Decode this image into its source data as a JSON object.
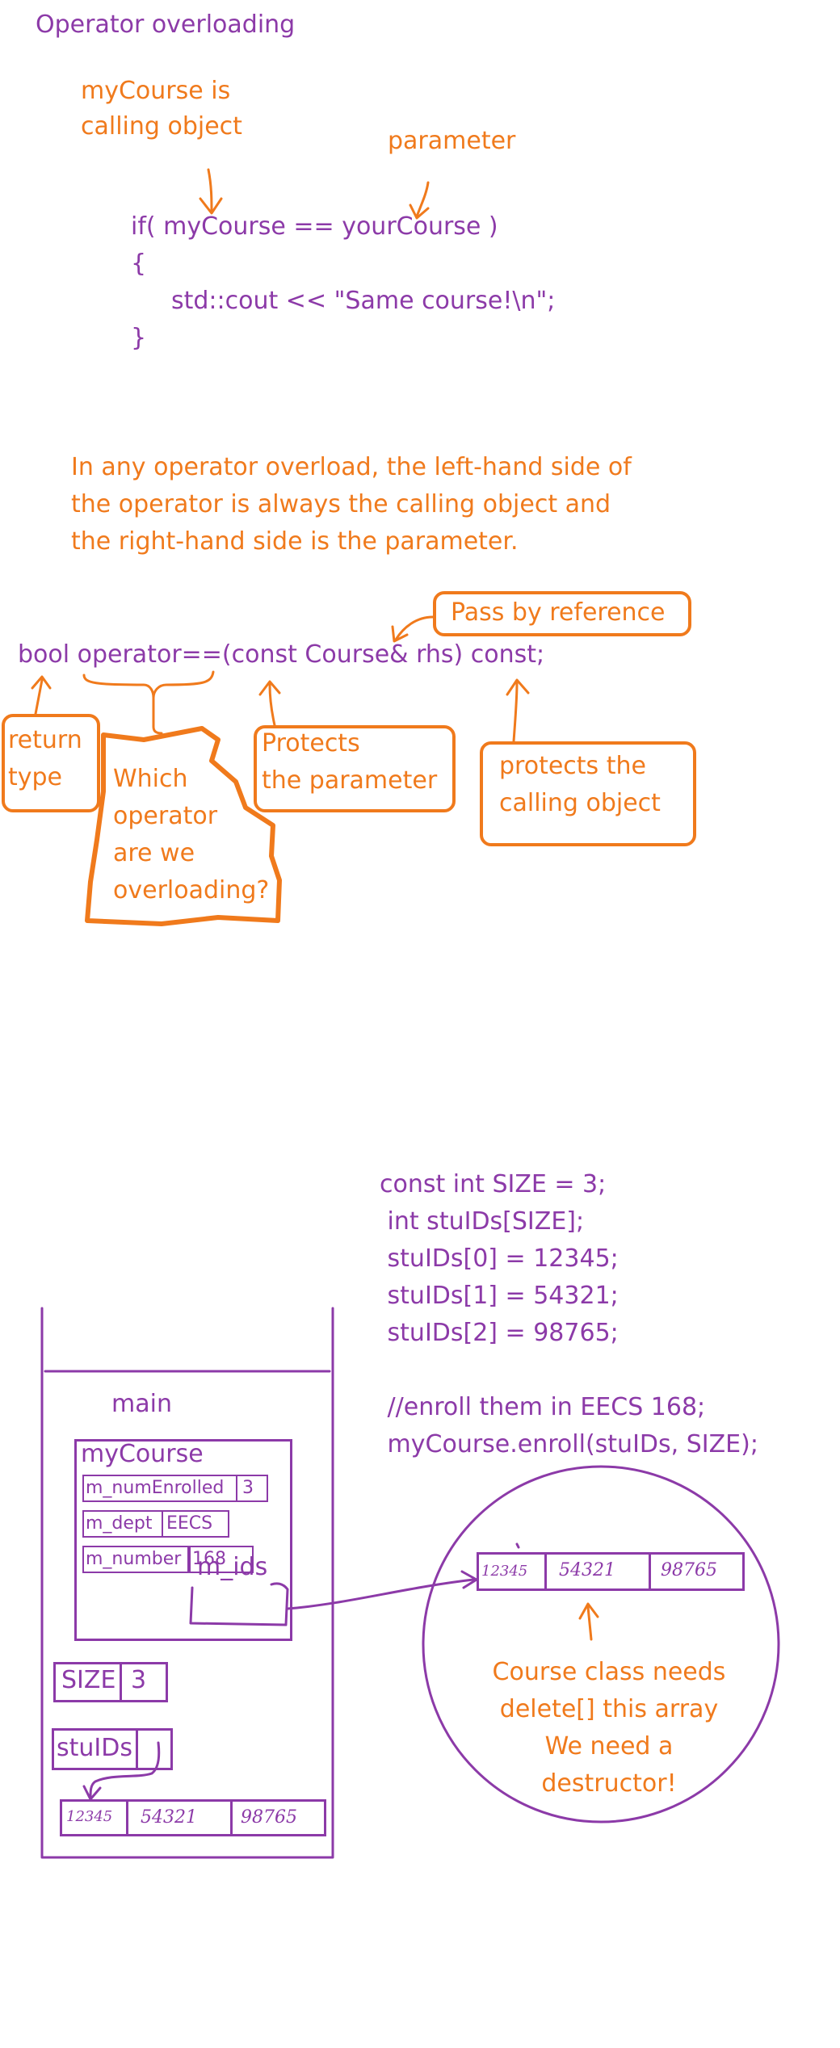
{
  "title": "Operator overloading",
  "caller_note": [
    "myCourse is",
    "calling object"
  ],
  "param_note": "parameter",
  "code_if": [
    "if( myCourse == yourCourse )",
    "{",
    "std::cout << \"Same course!\\n\";",
    "}"
  ],
  "explanation": [
    "In any operator overload, the left-hand side of",
    "the operator is always the calling object and",
    "the right-hand side is the parameter."
  ],
  "signature": "bool operator==(const Course& rhs) const;",
  "annotations": {
    "pass_by_ref": "Pass by reference",
    "return_type": [
      "return",
      "type"
    ],
    "which_op": [
      "Which",
      "operator",
      "are we",
      "overloading?"
    ],
    "protects_param": [
      "Protects",
      "the parameter"
    ],
    "protects_caller": [
      "protects the",
      "calling object"
    ]
  },
  "code_enroll": [
    "const int SIZE = 3;",
    " int stuIDs[SIZE];",
    " stuIDs[0] = 12345;",
    " stuIDs[1] = 54321;",
    " stuIDs[2] = 98765;",
    "",
    " //enroll them in EECS 168;",
    " myCourse.enroll(stuIDs, SIZE);"
  ],
  "stack": {
    "frame": "main",
    "object": "myCourse",
    "fields": [
      {
        "name": "m_numEnrolled",
        "value": "3"
      },
      {
        "name": "m_dept",
        "value": "EECS"
      },
      {
        "name": "m_number",
        "value": "168"
      }
    ],
    "ids_label": "m_ids",
    "size_label": "SIZE",
    "size_value": "3",
    "stuids_label": "stuIDs",
    "array": [
      "12345",
      "54321",
      "98765"
    ]
  },
  "heap": {
    "array": [
      "12345",
      "54321",
      "98765"
    ],
    "note": [
      "Course class needs",
      "delete[] this array",
      "We need a",
      "destructor!"
    ]
  },
  "colors": {
    "purple": "#8c3aa8",
    "orange": "#f07a1c"
  }
}
